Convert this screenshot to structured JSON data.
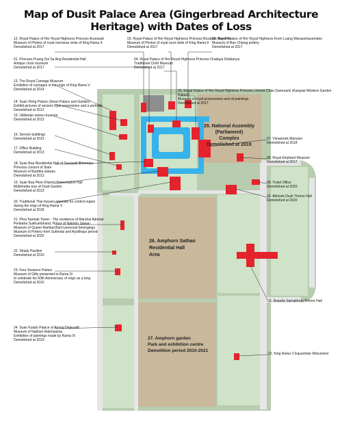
{
  "title": "Map of Dusit Palace Area (Gingerbread Architecture Heritage) with Dates of Loss",
  "colors": {
    "ground": "#b8ccb0",
    "lawn": "#cfe3c8",
    "sandy": "#c9b89b",
    "water": "#36b3ea",
    "building": "#e5232c",
    "road": "#e6e6e6",
    "leader": "#222222"
  },
  "areas": {
    "parliament": "25. National Assembly\n(Parliament)\nComplex\nDemolished at 2019",
    "amphorn_hall": "26. Amphorn Sathan\nResidential Hall\nArea",
    "amphorn_garden": "27. Amphorn garden\nPark and exhibition centre\nDemolition period 2010-2021"
  },
  "labels": [
    {
      "id": "l12",
      "text": "12. Royal Palace of Her Royal Highness Princess Arunwadi\nMuseum of Photos of royal overseas visits of King Rama 9",
      "date": "Demolished at 2017"
    },
    {
      "id": "l03",
      "text": "03. Royal Palace of Her Royal Highness Princess Bossban Bun Pee\nMuseum of Photos of royal rural visits of King Rama 9",
      "date": "Demolished at 2017"
    },
    {
      "id": "l05",
      "text": "05. Royal Palace of Her Royal Highness Krom Luang Waraserkasemdee\nMuseum of Ban Chiang pottery",
      "date": "Demolished at 2017"
    },
    {
      "id": "l01",
      "text": "01. Princess Puang Soi Sa Ang Residential Hall\nAntique clock museum",
      "date": "Demolished at 2017"
    },
    {
      "id": "l04",
      "text": "04. Royal Palace of Her Royal Highness Princess Oradaya Debkanya\nTraditional Cloth Museum",
      "date": "Demolished at 2017"
    },
    {
      "id": "l06",
      "text": "06. Royal Palace of Her Royal Highness Princess consort Chao Darerasmi (Kangsai Western Garden Palace)\nMuseum of royal possessions and oil paintings",
      "date": "Demolished at 2017"
    },
    {
      "id": "l13",
      "text": "13. The Royal Carriage Museum\nExhibition of carriages in the reign of King Rama V",
      "date": "Demolished at 2014"
    },
    {
      "id": "l14",
      "text": "14. Suan Hong Palace (Swan Palace and Garden)\nExhibit pictures of ancient royal ceremonies and a portraits",
      "date": "Demolished at 2012"
    },
    {
      "id": "l15",
      "text": "15. Utilitarian wares museum",
      "date": "Demolished at 2013"
    },
    {
      "id": "l16",
      "text": "16. Service buildings",
      "date": "Demolished at 2013"
    },
    {
      "id": "l17",
      "text": "17. Office Building",
      "date": "Demolished at 2013"
    },
    {
      "id": "l07",
      "text": "07. Vimanmek Mansion",
      "date": "Demolished at 2018"
    },
    {
      "id": "l18",
      "text": "18. Suan Bua Residential Hall of Sawawdi Bhiromya\nPrincess consort of Siam\nMuseum of Buddha statues",
      "date": "Demolished at 2013"
    },
    {
      "id": "l08",
      "text": "08. Royal Elephant Museum",
      "date": "Demolished at 2017"
    },
    {
      "id": "l19",
      "text": "19. Suan Bua Plew (Flame) Presentation Hall\nMultimedia tour of Dusit Garden",
      "date": "Demolished at 2013"
    },
    {
      "id": "l09",
      "text": "09. Ticket Office",
      "date": "Demolished at 2020"
    },
    {
      "id": "l10",
      "text": "10. Abhisek Dusit Throne Hall",
      "date": "Demolished at 2020"
    },
    {
      "id": "l20",
      "text": "20. Traditional Thai houses opposite for control region\nduring the reign of King Rama V",
      "date": "Demolished at 2018"
    },
    {
      "id": "l21",
      "text": "21. Phra Tamnak Tower - The residence of Marshal Admiral\nPeribatra Sukhumbhand, Prince of Nakhon Sawan\nMuseum of Queen Rambai Barni personal belongings\nMuseum of Pottery from Sukhotai and Ayutthaya period",
      "date": "Demolished at 2020"
    },
    {
      "id": "l22",
      "text": "22. Shady Pavilion",
      "date": "Demolished at 2010"
    },
    {
      "id": "l23",
      "text": "23. Four Seasons Palace\nMuseum of Gifts presented to Rama IX\nto celebrate his 50th Anniversary of reign as a king",
      "date": "Demolished at 2010"
    },
    {
      "id": "l11",
      "text": "11. Ananda Samakhom Throne Hall",
      "date": ""
    },
    {
      "id": "l24",
      "text": "24. Suan Kularb Palace of Anong Dejavudh\nMuseum of Nakhon Ratchasima\nExhibition of paintings made by Rama IX",
      "date": "Demolished at 2019"
    },
    {
      "id": "l12b",
      "text": "12. King Rama V Equestrian Monument",
      "date": ""
    }
  ]
}
